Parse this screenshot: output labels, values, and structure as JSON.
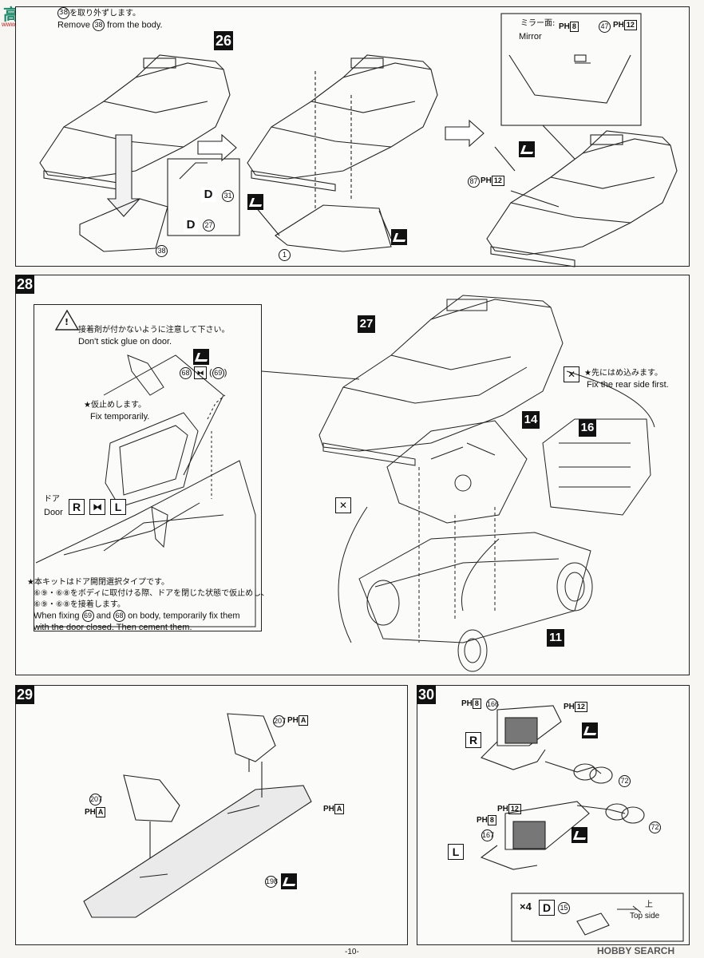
{
  "watermark": {
    "logo": "高",
    "site": "www.chuang.com"
  },
  "top_note": {
    "jp": "を取り外ずします。",
    "part": "38",
    "en_prefix": "Remove",
    "en_suffix": "from the body."
  },
  "step26": {
    "number": "26",
    "part_d31": "31",
    "part_d27": "27",
    "label_d": "D",
    "part_38": "38",
    "part_1": "1"
  },
  "step27_inset": {
    "mirror_jp": "ミラー面:",
    "mirror_en": "Mirror",
    "ph": "PH",
    "ph_num": "8",
    "part_47": "47",
    "ph12": "12"
  },
  "step27_main": {
    "part_87": "87",
    "ph12": "12"
  },
  "step28": {
    "number": "28",
    "warning_jp": "接着剤が付かないように注意して下さい。",
    "warning_en": "Don't stick glue on door.",
    "part_68": "68",
    "part_69": "69",
    "temp_jp": "★仮止めします。",
    "temp_en": "Fix temporarily.",
    "door_jp": "ドア",
    "door_en": "Door",
    "door_r": "R",
    "door_l": "L",
    "note_jp1": "★本キットはドア開閉選択タイプです。",
    "note_jp2": "⑥⑨・⑥⑧をボディに取付ける際、ドアを閉じた状態で仮止めし、",
    "note_jp3": "⑥⑨・⑥⑧を接着します。",
    "note_en1_a": "When fixing",
    "note_en1_b": "and",
    "note_en1_c": "on body, temporarily fix them",
    "note_en2": "with the door closed. Then cement them.",
    "ref27": "27",
    "ref14": "14",
    "ref16": "16",
    "ref11": "11",
    "rear_jp": "★先にはめ込みます。",
    "rear_en": "Fix the rear side first."
  },
  "step29": {
    "number": "29",
    "part_207": "207",
    "ph_a": "A",
    "part_198": "198"
  },
  "step30": {
    "number": "30",
    "ph8": "8",
    "part_166": "166",
    "ph12": "12",
    "side_r": "R",
    "part_72": "72",
    "part_167": "167",
    "side_l": "L",
    "qty": "×4",
    "label_d": "D",
    "part_15": "15",
    "top_jp": "上",
    "top_en": "Top side"
  },
  "footer": {
    "page": "-10-",
    "brand": "HOBBY SEARCH"
  }
}
